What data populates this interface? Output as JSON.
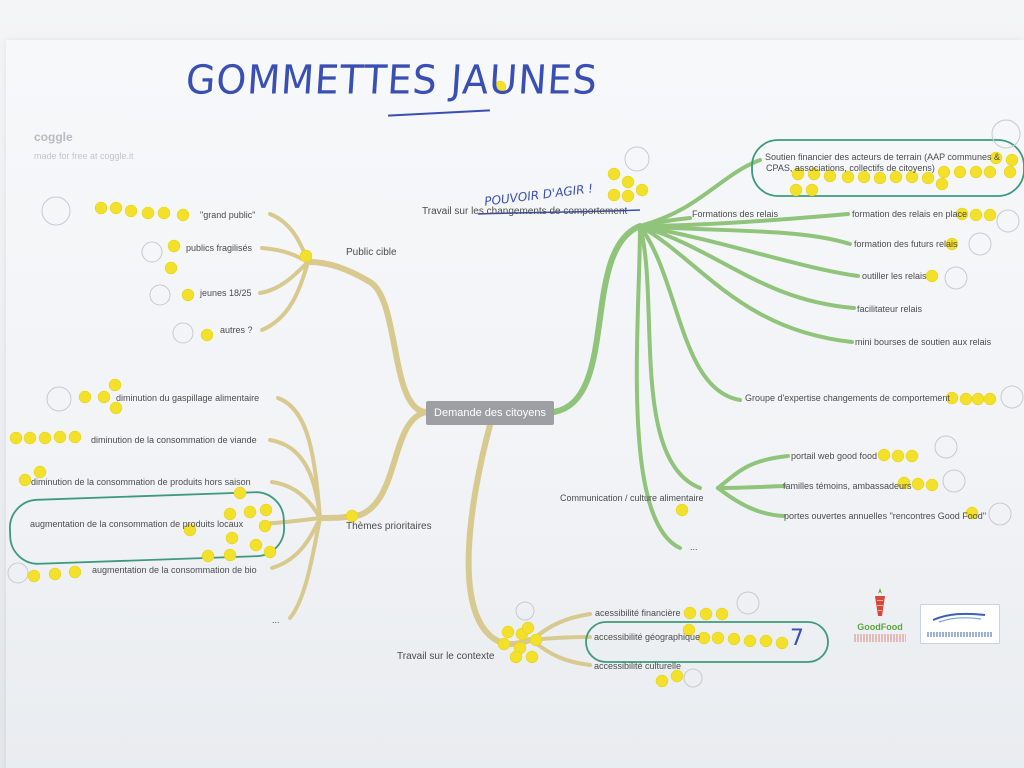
{
  "handwritten": {
    "title": "GOMMETTES JAUNES",
    "pouvoir": "POUVOIR D'AGIR !",
    "seven": "7"
  },
  "header": {
    "brand": "coggle",
    "brand_sub": "made for free at coggle.it"
  },
  "mindmap": {
    "center": "Demande des citoyens",
    "public_cible": "Public cible",
    "public_items": [
      "\"grand public\"",
      "publics fragilisés",
      "jeunes 18/25",
      "autres ?"
    ],
    "themes": "Thèmes prioritaires",
    "theme_items": [
      "diminution du gaspillage alimentaire",
      "diminution de la consommation de viande",
      "diminution de la consommation de produits hors saison",
      "augmentation de la consommation de produits locaux",
      "augmentation de la consommation de bio",
      "..."
    ],
    "contexte": "Travail sur le contexte",
    "contexte_items": [
      "acessibilité financière",
      "accessibilité géographique",
      "accessibilité culturelle"
    ],
    "comportement": "Travail sur les changements de comportement",
    "formations": "Formations des relais",
    "formation_items": [
      "Soutien financier des acteurs de terrain (AAP communes &",
      "CPAS, associations, collectifs de citoyens)",
      "formation des relais en place",
      "formation des futurs relais",
      "outiller les relais",
      "facilitateur relais",
      "mini bourses de soutien aux relais"
    ],
    "groupe": "Groupe d'expertise changements de comportement",
    "communication": "Communication / culture alimentaire",
    "communication_items": [
      "portail web good food",
      "familles témoins, ambassadeurs",
      "portes ouvertes annuelles \"rencontres Good Food\""
    ],
    "more": "..."
  },
  "logos": {
    "goodfood": "GoodFood",
    "goodfood_icon": "carrot-icon",
    "region_icon": "swoosh-icon"
  },
  "colors": {
    "tan_branch": "#d8c98f",
    "green_branch": "#8fc47a",
    "sticker": "#f2e02a",
    "teal_outline": "#3e9a7c",
    "ink": "#3a4fb3",
    "center_node": "#9e9fa3"
  }
}
